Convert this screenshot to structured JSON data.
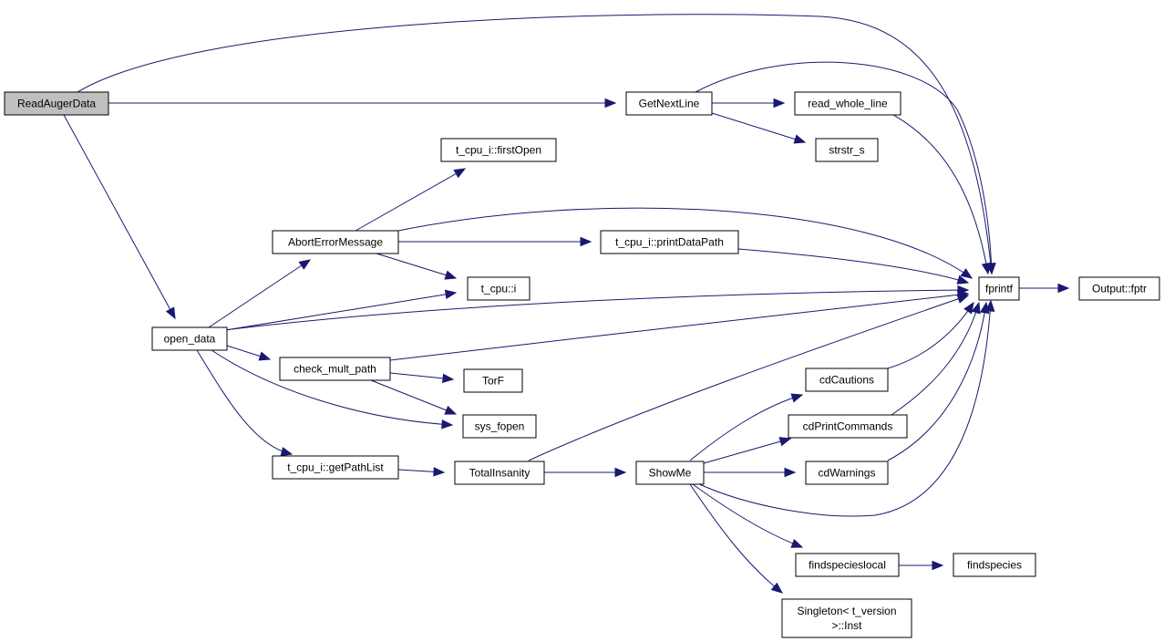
{
  "colors": {
    "edge": "#191970",
    "root_fill": "#bfbfbf",
    "node_fill": "#ffffff",
    "node_border": "#000000"
  },
  "nodes": {
    "ReadAugerData": "ReadAugerData",
    "GetNextLine": "GetNextLine",
    "read_whole_line": "read_whole_line",
    "strstr_s": "strstr_s",
    "t_cpu_i_firstOpen": "t_cpu_i::firstOpen",
    "AbortErrorMessage": "AbortErrorMessage",
    "t_cpu_i_printDataPath": "t_cpu_i::printDataPath",
    "t_cpu_i": "t_cpu::i",
    "fprintf": "fprintf",
    "Output_fptr": "Output::fptr",
    "open_data": "open_data",
    "check_mult_path": "check_mult_path",
    "TorF": "TorF",
    "cdCautions": "cdCautions",
    "cdPrintCommands": "cdPrintCommands",
    "sys_fopen": "sys_fopen",
    "t_cpu_i_getPathList": "t_cpu_i::getPathList",
    "TotalInsanity": "TotalInsanity",
    "ShowMe": "ShowMe",
    "cdWarnings": "cdWarnings",
    "findspecieslocal": "findspecieslocal",
    "findspecies": "findspecies",
    "Singleton_line1": "Singleton< t_version",
    "Singleton_line2": ">::Inst"
  }
}
